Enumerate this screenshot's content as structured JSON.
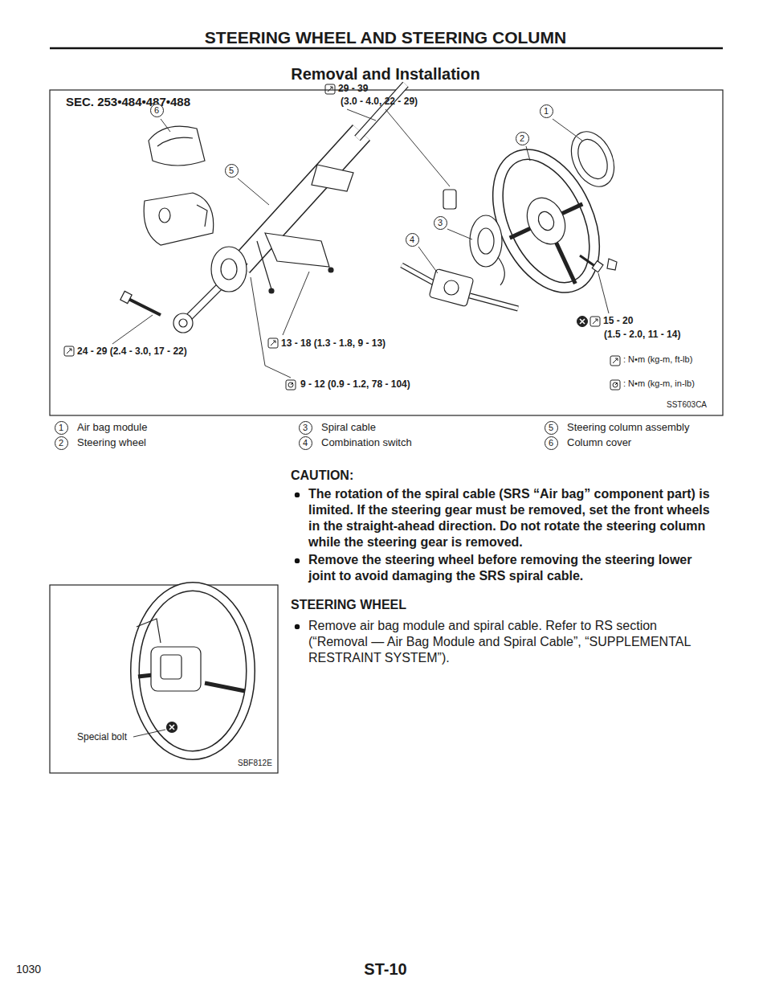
{
  "diagram": {
    "title": "STEERING WHEEL AND STEERING COLUMN",
    "labels": [
      "Removal and Installation",
      "SEC. 253•484•487•488",
      "6",
      "29 - 39",
      "(3.0 - 4.0, 22 - 29)",
      "1",
      "5",
      "2",
      "3",
      "4",
      "15 - 20",
      "(1.5 - 2.0, 11 - 14)",
      "24 - 29 (2.4 - 3.0, 17 - 22)",
      "13 - 18 (1.3 - 1.8, 9 - 13)",
      ": N•m (kg-m, ft-lb)",
      "9 - 12 (0.9 - 1.2, 78 - 104)",
      ": N•m (kg-m, in-lb)",
      "SST603CA",
      "1",
      "Air bag module",
      "3",
      "Spiral cable",
      "5",
      "Steering column assembly",
      "2",
      "Steering wheel",
      "4",
      "Combination switch",
      "6",
      "Column cover",
      "CAUTION:",
      "The rotation of the spiral cable (SRS “Air bag” component part) is limited. If the steering gear must be removed, set the front wheels in the straight-ahead direction. Do not rotate the steering column while the steering gear is removed.",
      "Remove the steering wheel before removing the steering lower joint to avoid damaging the SRS spiral cable.",
      "STEERING WHEEL",
      "Remove air bag module and spiral cable. Refer to RS section (“Removal — Air Bag Module and Spiral Cable”, “SUPPLEMENTAL RESTRAINT SYSTEM”).",
      "Special bolt",
      "SBF812E",
      "1030",
      "ST-10"
    ]
  }
}
